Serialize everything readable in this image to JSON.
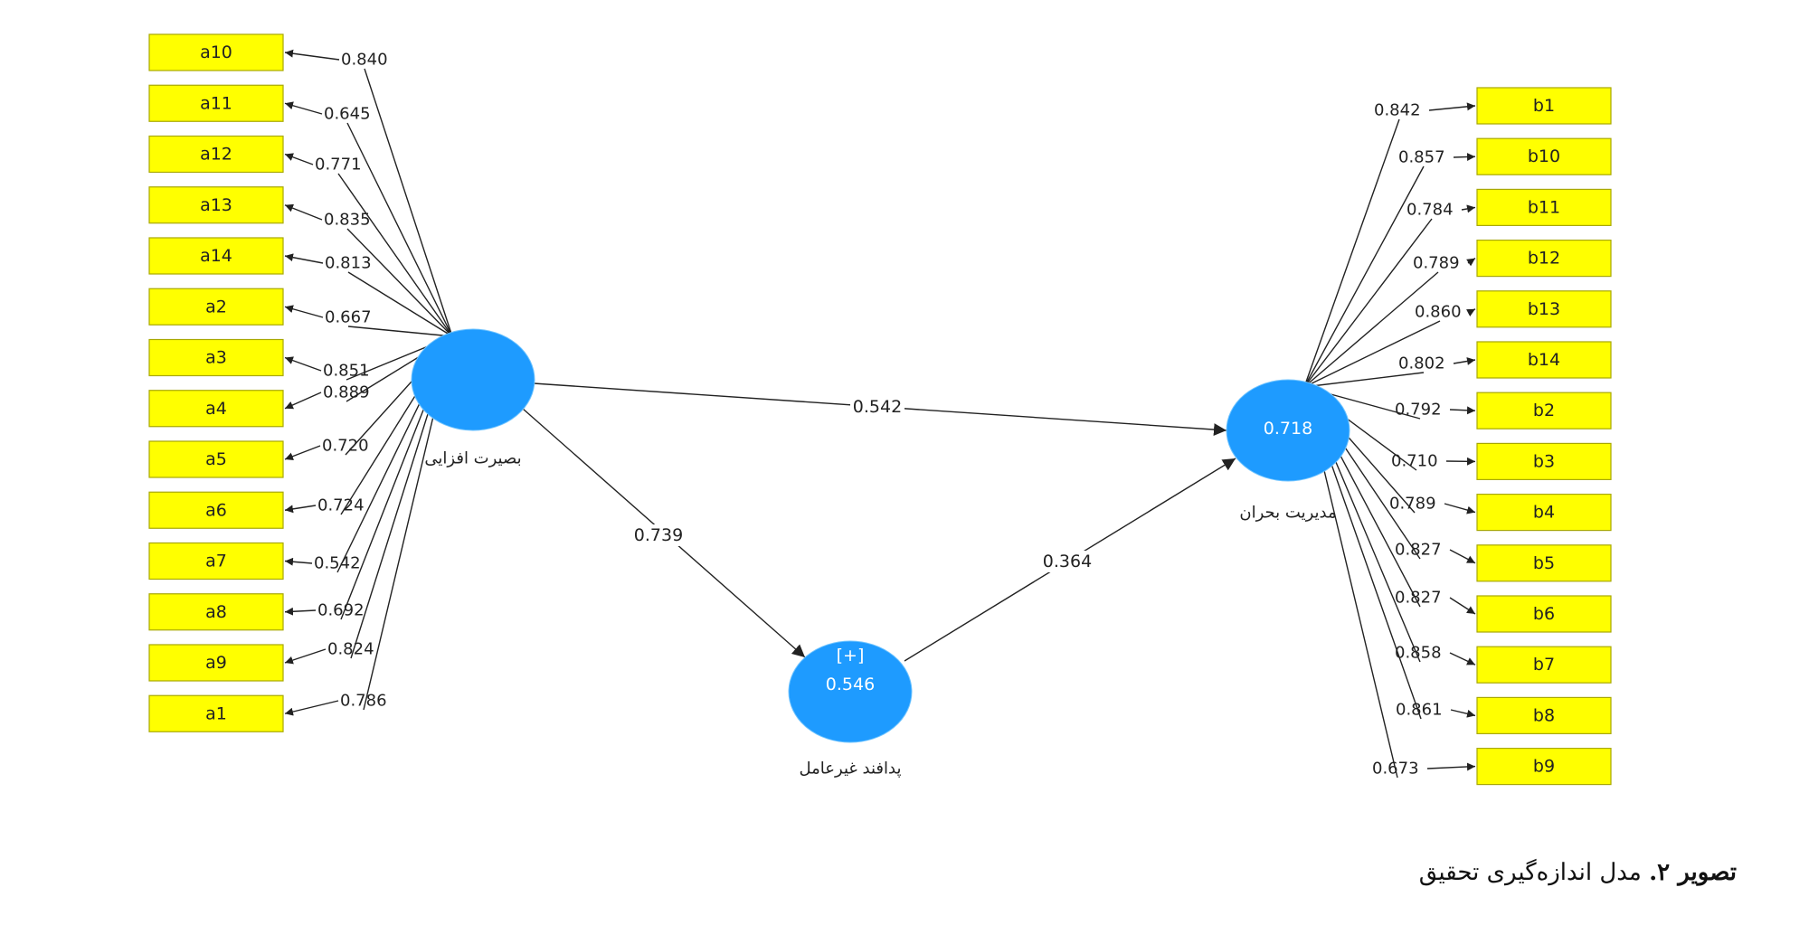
{
  "diagram": {
    "constructs": {
      "insight": {
        "name": "بصیرت افزایی",
        "value": ""
      },
      "defense": {
        "name": "پدافند غیرعامل",
        "value": "0.546",
        "marker": "[+]"
      },
      "crisis": {
        "name": "مدیریت بحران",
        "value": "0.718"
      }
    },
    "paths": [
      {
        "from": "insight",
        "to": "crisis",
        "coefficient": "0.542"
      },
      {
        "from": "insight",
        "to": "defense",
        "coefficient": "0.739"
      },
      {
        "from": "defense",
        "to": "crisis",
        "coefficient": "0.364"
      }
    ],
    "left_indicators": [
      {
        "label": "a10",
        "loading": "0.840"
      },
      {
        "label": "a11",
        "loading": "0.645"
      },
      {
        "label": "a12",
        "loading": "0.771"
      },
      {
        "label": "a13",
        "loading": "0.835"
      },
      {
        "label": "a14",
        "loading": "0.813"
      },
      {
        "label": "a2",
        "loading": "0.667"
      },
      {
        "label": "a3",
        "loading": "0.851"
      },
      {
        "label": "a4",
        "loading": "0.889"
      },
      {
        "label": "a5",
        "loading": "0.720"
      },
      {
        "label": "a6",
        "loading": "0.724"
      },
      {
        "label": "a7",
        "loading": "0.542"
      },
      {
        "label": "a8",
        "loading": "0.692"
      },
      {
        "label": "a9",
        "loading": "0.824"
      },
      {
        "label": "a1",
        "loading": "0.786"
      }
    ],
    "right_indicators": [
      {
        "label": "b1",
        "loading": "0.842"
      },
      {
        "label": "b10",
        "loading": "0.857"
      },
      {
        "label": "b11",
        "loading": "0.784"
      },
      {
        "label": "b12",
        "loading": "0.789"
      },
      {
        "label": "b13",
        "loading": "0.860"
      },
      {
        "label": "b14",
        "loading": "0.802"
      },
      {
        "label": "b2",
        "loading": "0.792"
      },
      {
        "label": "b3",
        "loading": "0.710"
      },
      {
        "label": "b4",
        "loading": "0.789"
      },
      {
        "label": "b5",
        "loading": "0.827"
      },
      {
        "label": "b6",
        "loading": "0.827"
      },
      {
        "label": "b7",
        "loading": "0.858"
      },
      {
        "label": "b8",
        "loading": "0.861"
      },
      {
        "label": "b9",
        "loading": "0.673"
      }
    ],
    "colors": {
      "construct_fill": "#1e9bff",
      "indicator_fill": "#ffff00",
      "line": "#222222"
    }
  },
  "caption": {
    "bold": "تصویر ۲.",
    "text": " مدل اندازه‌گیری تحقیق"
  }
}
